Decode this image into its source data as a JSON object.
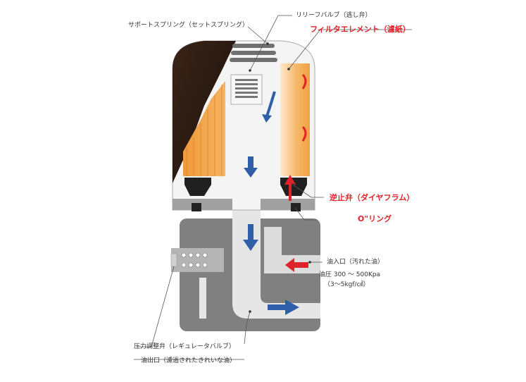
{
  "labels": {
    "support_spring": "サポートスプリング（セットスプリング）",
    "relief_valve": "リリーフバルブ（逃し弁）",
    "filter_element": "フィルタエレメント（濾紙）",
    "check_valve": "逆止弁（ダイヤフラム）",
    "o_ring": "O\"リング",
    "oil_inlet": "油入口（汚れた油）",
    "oil_pressure": "油圧 300 ～ 500Kpa",
    "oil_pressure_sub": "（3～5kgf/㎠）",
    "pressure_regulator": "圧力調整弁（レギュレータバルブ）",
    "oil_outlet": "油出口（濾過されたきれいな油）"
  },
  "colors": {
    "housing_gray": "#808080",
    "canister_dark": "#2a1a14",
    "filter_orange": "#f2a444",
    "flow_blue": "#2e5fa8",
    "flow_red": "#e0222a",
    "label_red": "#e0222a"
  }
}
